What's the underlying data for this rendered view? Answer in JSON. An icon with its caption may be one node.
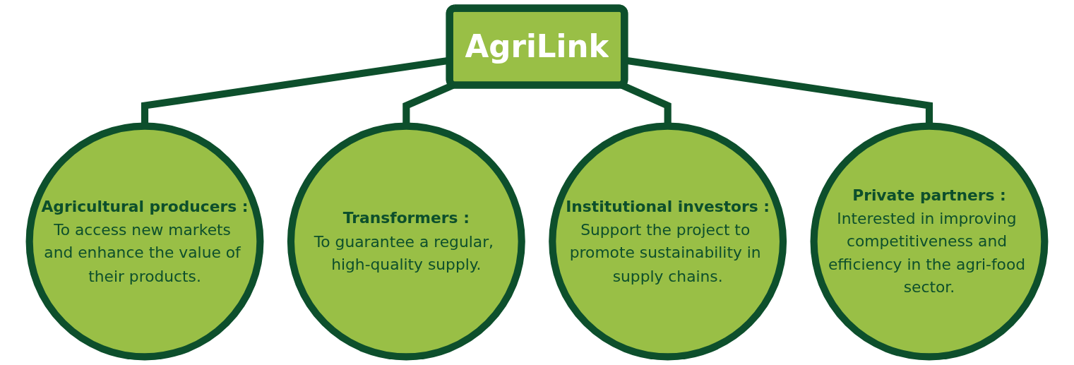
{
  "diagram": {
    "nodes": [
      {
        "text": [
          "AgriLink"
        ]
      },
      {
        "text": [
          "Agricultural producers :",
          "To access new markets and enhance the value of their products."
        ]
      },
      {
        "text": [
          "Transformers :",
          "To guarantee a regular, high-quality supply."
        ]
      },
      {
        "text": [
          "Institutional investors :",
          "Support the project to promote sustainability in supply chains."
        ]
      },
      {
        "text": [
          "Private partners :",
          "Interested in improving competitiveness and efficiency in the agri-food sector."
        ]
      }
    ],
    "edges": [
      {
        "from": 0,
        "to": 1,
        "arrow": "none"
      },
      {
        "from": 0,
        "to": 2,
        "arrow": "none"
      },
      {
        "from": 0,
        "to": 3,
        "arrow": "none"
      },
      {
        "from": 0,
        "to": 4,
        "arrow": "none"
      }
    ]
  }
}
